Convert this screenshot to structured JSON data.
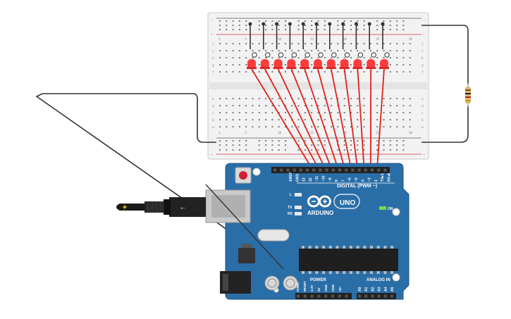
{
  "breadboard": {
    "minus_label": "−",
    "plus_label": "+",
    "row_letters_top": [
      "j",
      "i",
      "h",
      "g",
      "f"
    ],
    "row_letters_bottom": [
      "e",
      "d",
      "c",
      "b",
      "a"
    ],
    "column_numbers": [
      "1",
      "5",
      "10",
      "15",
      "20",
      "25",
      "30"
    ]
  },
  "leds": {
    "count": 11,
    "color": "#ff3b3b"
  },
  "wire_color": "#e0201c",
  "arduino": {
    "brand": "ARDUINO",
    "model": "UNO",
    "digital_label": "DIGITAL (PWM ~)",
    "power_label": "POWER",
    "analog_label": "ANALOG IN",
    "on_label": "ON",
    "led_l": "L",
    "led_tx": "TX",
    "led_rx": "RX",
    "aref": "AREF",
    "gnd": "GND",
    "digital_pins": [
      "13",
      "12",
      "~11",
      "~10",
      "~9",
      "8",
      "7",
      "~6",
      "~5",
      "4",
      "~3",
      "2",
      "TX▸1",
      "RX◂0"
    ],
    "power_pins": [
      "IOREF",
      "RESET",
      "3.3V",
      "5V",
      "GND",
      "GND",
      "Vin"
    ],
    "analog_pins": [
      "A0",
      "A1",
      "A2",
      "A3",
      "A4",
      "A5"
    ],
    "board_color": "#2a6ea8"
  }
}
